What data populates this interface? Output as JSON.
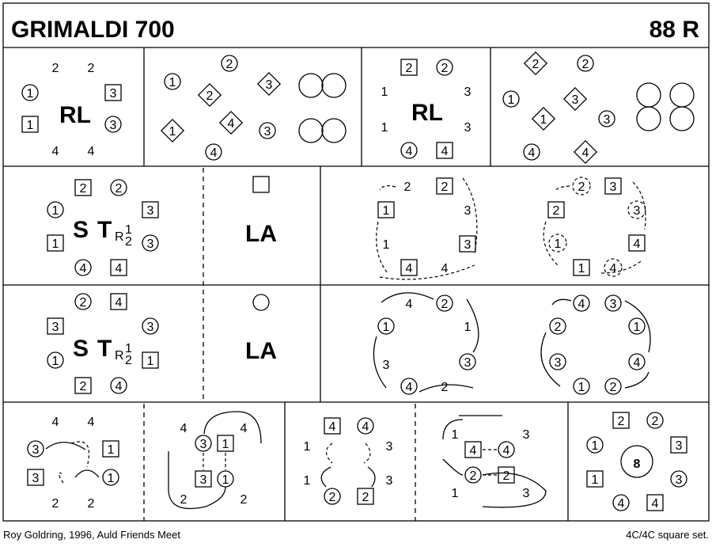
{
  "title": "GRIMALDI 700",
  "bars": "88 R",
  "footer": {
    "credit": "Roy Goldring, 1996, Auld Friends Meet",
    "set": "4C/4C  square set."
  },
  "panels": [
    {
      "name": "rights-and-lefts-positions",
      "caption": "RL",
      "labels": [
        "2",
        "2",
        "1",
        "3",
        "1",
        "3",
        "4",
        "4"
      ]
    },
    {
      "name": "turns-and-figure-eights",
      "labels": [
        "1",
        "2",
        "2",
        "3",
        "1",
        "4",
        "4",
        "3"
      ]
    },
    {
      "name": "rights-and-lefts-sides",
      "caption": "RL",
      "labels": [
        "2",
        "2",
        "1",
        "3",
        "1",
        "3",
        "4",
        "4"
      ]
    },
    {
      "name": "turns-and-figure-eights-sides",
      "labels": [
        "2",
        "2",
        "1",
        "1",
        "3",
        "3",
        "4",
        "4"
      ]
    },
    {
      "name": "set-and-turn-1",
      "caption_s": "S",
      "caption_t": "T",
      "sub_r": "R",
      "sub_num": "1",
      "sub_den": "2",
      "labels": [
        "2",
        "2",
        "1",
        "1",
        "3",
        "3",
        "4",
        "4"
      ]
    },
    {
      "name": "ladies-chain-1",
      "caption": "LA"
    },
    {
      "name": "men-chase-diagram",
      "labels": [
        "2",
        "2",
        "1",
        "3",
        "1",
        "3",
        "4",
        "4"
      ]
    },
    {
      "name": "men-chase-result",
      "labels": [
        "2",
        "3",
        "2",
        "3",
        "1",
        "4",
        "1",
        "4"
      ]
    },
    {
      "name": "set-and-turn-2",
      "caption_s": "S",
      "caption_t": "T",
      "sub_r": "R",
      "sub_num": "1",
      "sub_den": "2",
      "labels": [
        "2",
        "4",
        "3",
        "1",
        "3",
        "1",
        "2",
        "4"
      ]
    },
    {
      "name": "ladies-chain-2",
      "caption": "LA"
    },
    {
      "name": "women-chase-diagram",
      "labels": [
        "4",
        "2",
        "1",
        "1",
        "3",
        "3",
        "4",
        "2"
      ]
    },
    {
      "name": "women-chase-result",
      "labels": [
        "4",
        "3",
        "2",
        "1",
        "3",
        "4",
        "1",
        "2"
      ]
    },
    {
      "name": "cross-over-1",
      "labels": [
        "4",
        "4",
        "3",
        "1",
        "3",
        "1",
        "2",
        "2"
      ]
    },
    {
      "name": "cast-loops",
      "labels": [
        "4",
        "3",
        "1",
        "4",
        "3",
        "1",
        "2",
        "2"
      ]
    },
    {
      "name": "cross-over-2",
      "labels": [
        "4",
        "4",
        "1",
        "3",
        "1",
        "3",
        "2",
        "2"
      ]
    },
    {
      "name": "loops-across",
      "labels": [
        "1",
        "4",
        "4",
        "3",
        "2",
        "2",
        "1",
        "3"
      ]
    },
    {
      "name": "final-positions",
      "caption": "8",
      "labels": [
        "2",
        "2",
        "1",
        "3",
        "1",
        "3",
        "4",
        "4"
      ]
    }
  ]
}
